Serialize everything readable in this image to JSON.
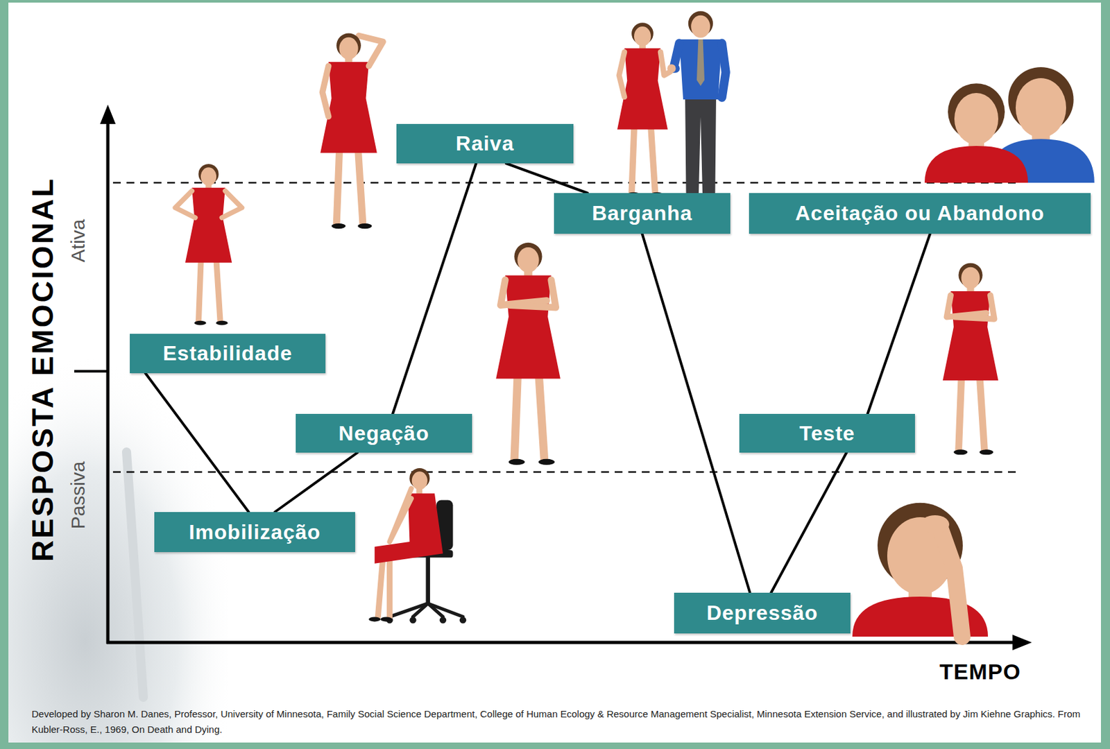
{
  "diagram": {
    "caption": "Developed by Sharon M. Danes, Professor, University of Minnesota, Family Social Science Department, College of Human Ecology & Resource Management Specialist, Minnesota Extension Service, and illustrated by Jim Kiehne Graphics. From Kubler-Ross, E., 1969, On Death and Dying.",
    "nodes": [
      {
        "text": [
          "Estabilidade"
        ]
      },
      {
        "text": [
          "Imobilização"
        ]
      },
      {
        "text": [
          "Negação"
        ]
      },
      {
        "text": [
          "Raiva"
        ]
      },
      {
        "text": [
          "Barganha"
        ]
      },
      {
        "text": [
          "Depressão"
        ]
      },
      {
        "text": [
          "Teste"
        ]
      },
      {
        "text": [
          "Aceitação ou Abandono"
        ]
      }
    ],
    "edges": [
      {
        "from": 0,
        "to": 1,
        "arrow": "none"
      },
      {
        "from": 1,
        "to": 2,
        "arrow": "none"
      },
      {
        "from": 2,
        "to": 3,
        "arrow": "none"
      },
      {
        "from": 3,
        "to": 4,
        "arrow": "none"
      },
      {
        "from": 4,
        "to": 5,
        "arrow": "none"
      },
      {
        "from": 5,
        "to": 6,
        "arrow": "none"
      },
      {
        "from": 6,
        "to": 7,
        "arrow": "none"
      }
    ],
    "labels": [
      "RESPOSTA EMOCIONAL",
      "Ativa",
      "Passiva",
      "TEMPO"
    ]
  }
}
